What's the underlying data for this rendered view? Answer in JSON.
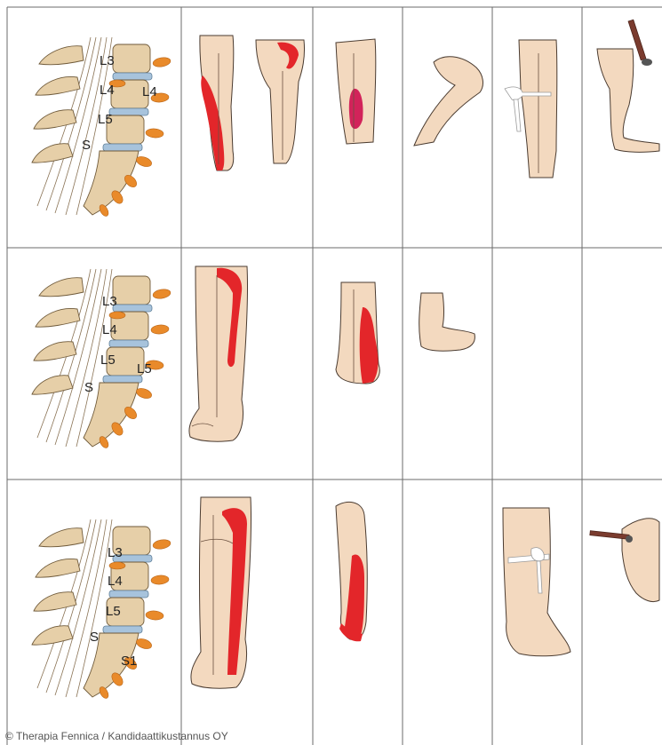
{
  "rows": [
    {
      "root_label": "L4",
      "vertebrae": [
        "L3",
        "L4",
        "L5",
        "S"
      ]
    },
    {
      "root_label": "L5",
      "vertebrae": [
        "L3",
        "L4",
        "L5",
        "S"
      ]
    },
    {
      "root_label": "S1",
      "vertebrae": [
        "L3",
        "L4",
        "L5",
        "S"
      ]
    }
  ],
  "copyright": "© Therapia Fennica / Kandidaattikustannus OY",
  "colors": {
    "skin": "#f3d9bf",
    "pain": "#e3262a",
    "disc": "#a7c3dc",
    "nerve_root": "#e98a2a",
    "grid": "#6b6b6b"
  }
}
